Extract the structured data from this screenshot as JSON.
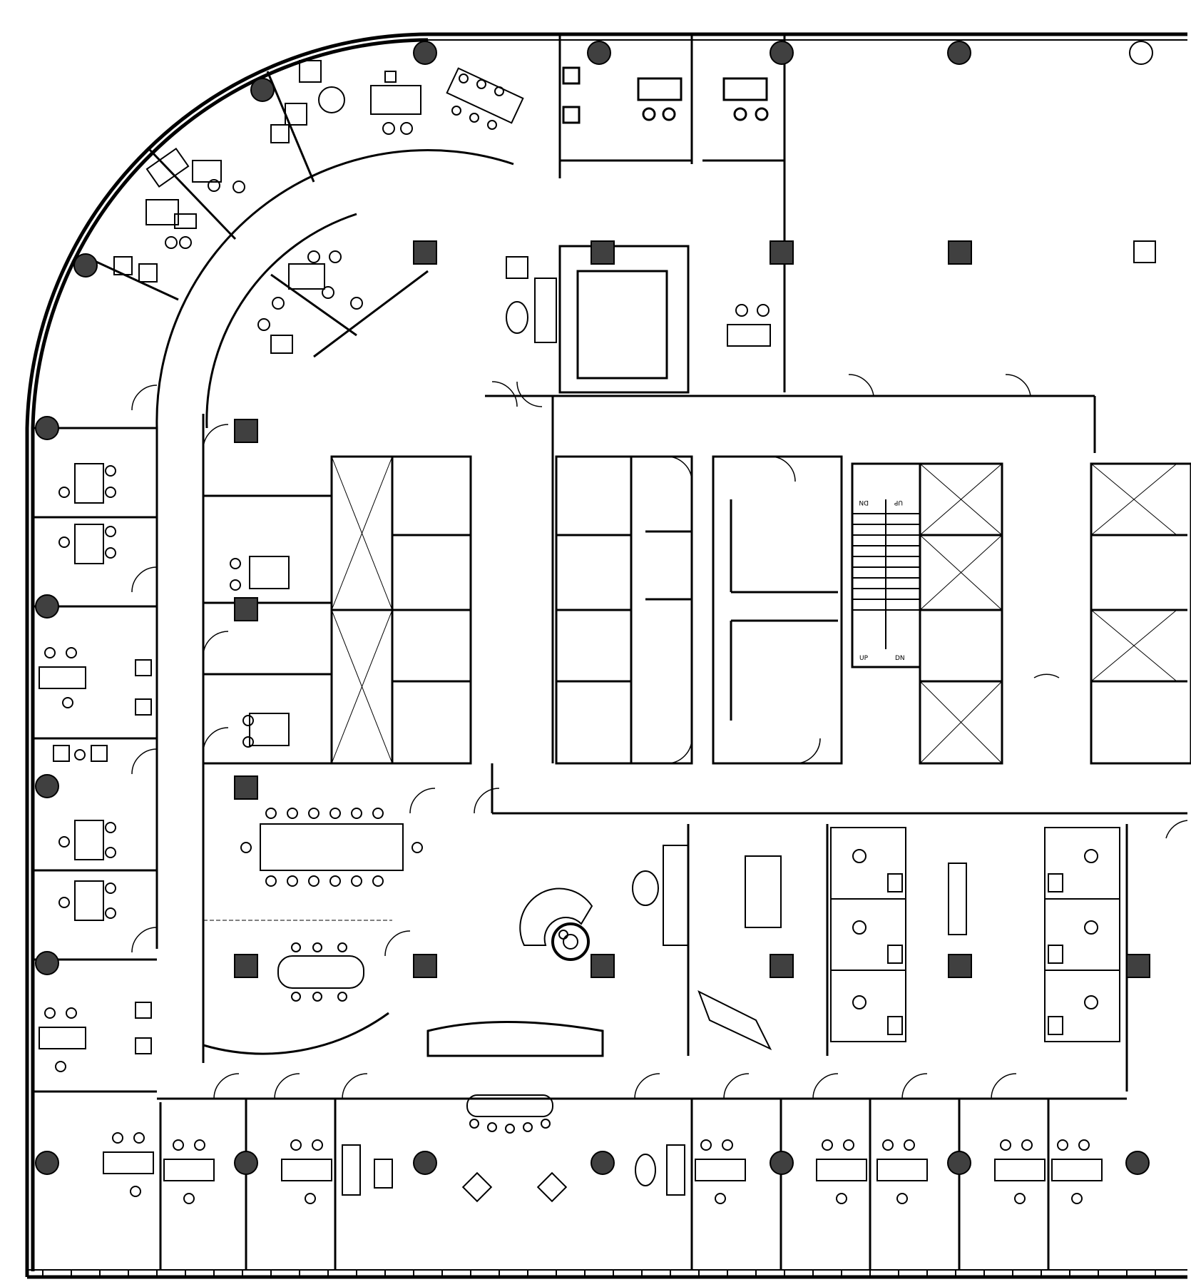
{
  "drawing": {
    "type": "architectural-floor-plan",
    "line_color": "#000000",
    "background": "#ffffff",
    "column_fill": "#404040"
  },
  "labels": {
    "stair_dn_top": "DN",
    "stair_up_top": "UP",
    "stair_up_bottom": "UP",
    "stair_dn_bottom": "DN"
  },
  "icons": [
    "column-icon",
    "door-swing-icon",
    "desk-icon",
    "chair-icon",
    "table-icon",
    "elevator-icon",
    "stair-icon"
  ]
}
